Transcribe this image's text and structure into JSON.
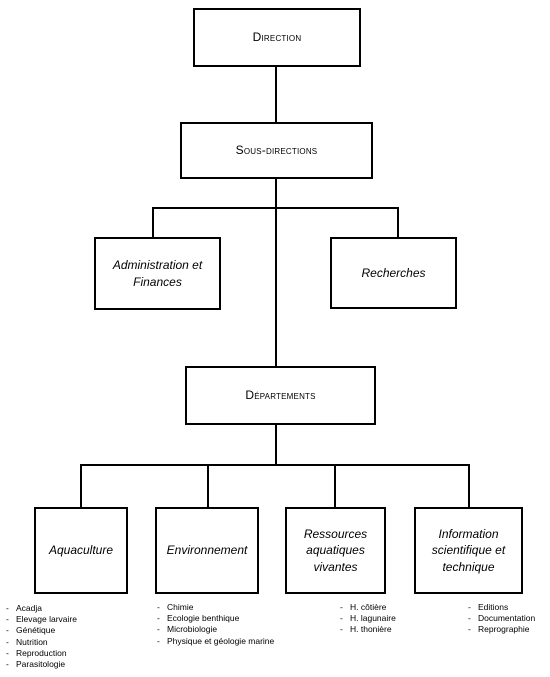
{
  "direction": "Direction",
  "sous_directions": "Sous-directions",
  "administration": "Administration et Finances",
  "recherches": "Recherches",
  "departements": "Départements",
  "departments": [
    {
      "name": "Aquaculture",
      "items": [
        "Acadja",
        "Elevage larvaire",
        "Génétique",
        "Nutrition",
        "Reproduction",
        "Parasitologie"
      ]
    },
    {
      "name": "Environnement",
      "items": [
        "Chimie",
        "Ecologie benthique",
        "Microbiologie",
        "Physique et géologie marine"
      ]
    },
    {
      "name": "Ressources aquatiques vivantes",
      "items": [
        "H. côtière",
        "H. lagunaire",
        "H. thonière"
      ]
    },
    {
      "name": "Information scientifique et technique",
      "items": [
        "Editions",
        "Documentation",
        "Reprographie"
      ]
    }
  ]
}
